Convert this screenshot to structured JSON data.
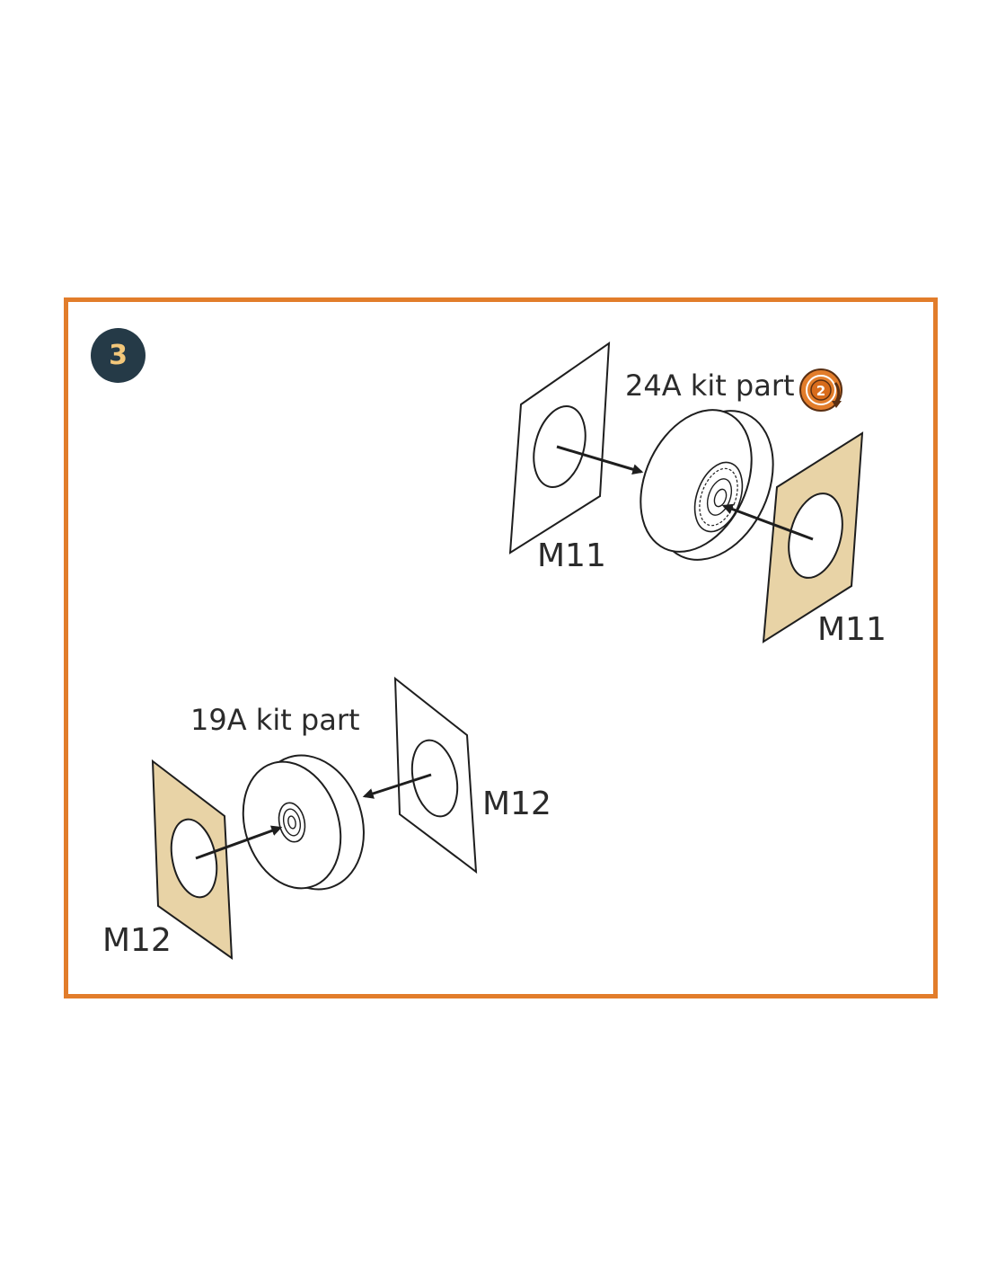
{
  "step": {
    "number": "3"
  },
  "colors": {
    "frame": "#e27d2b",
    "badge_bg": "#253a47",
    "badge_text": "#f3c77a",
    "mask_fill": "#e8d3a6",
    "line": "#1e1e1e"
  },
  "assembly_upper": {
    "wheel_label": "24A kit part",
    "reuse_icon": "repeat-step-2-icon",
    "reuse_step": "2",
    "mask_outer_label": "M11",
    "mask_inner_label": "M11"
  },
  "assembly_lower": {
    "wheel_label": "19A kit part",
    "mask_outer_label": "M12",
    "mask_inner_label": "M12"
  }
}
